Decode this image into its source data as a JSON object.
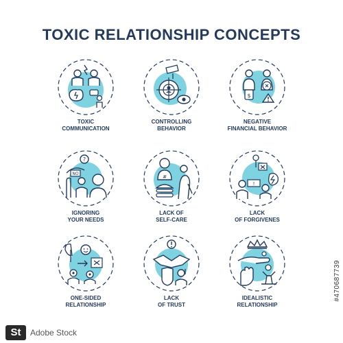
{
  "title": "TOXIC RELATIONSHIP CONCEPTS",
  "accent": "#7fd3e0",
  "stroke": "#233a5e",
  "items": [
    {
      "line1": "TOXIC",
      "line2": "COMMUNICATION",
      "icon": "toxic-communication-icon"
    },
    {
      "line1": "CONTROLLING",
      "line2": "BEHAVIOR",
      "icon": "controlling-behavior-icon"
    },
    {
      "line1": "NEGATIVE",
      "line2": "FINANCIAL BEHAVIOR",
      "icon": "negative-financial-behavior-icon"
    },
    {
      "line1": "IGNORING",
      "line2": "YOUR NEEDS",
      "icon": "ignoring-needs-icon"
    },
    {
      "line1": "LACK OF",
      "line2": "SELF-CARE",
      "icon": "lack-of-self-care-icon"
    },
    {
      "line1": "LACK",
      "line2": "OF FORGIVENES",
      "icon": "lack-of-forgiveness-icon"
    },
    {
      "line1": "ONE-SIDED",
      "line2": "RELATIONSHIP",
      "icon": "one-sided-relationship-icon"
    },
    {
      "line1": "LACK",
      "line2": "OF TRUST",
      "icon": "lack-of-trust-icon"
    },
    {
      "line1": "IDEALISTIC",
      "line2": "RELATIONSHIP",
      "icon": "idealistic-relationship-icon"
    }
  ],
  "stock_id": "#470687739",
  "stock_logo": "St",
  "stock_name": "Adobe Stock"
}
